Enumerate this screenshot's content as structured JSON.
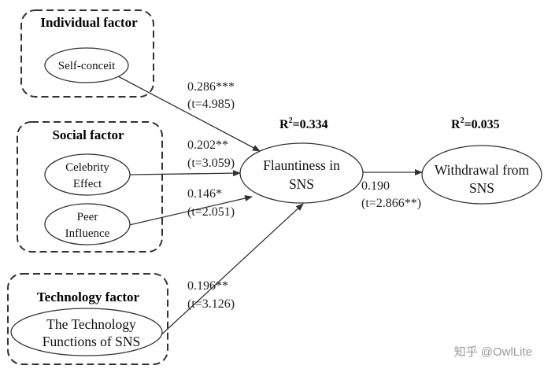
{
  "groups": {
    "individual": {
      "title": "Individual factor"
    },
    "social": {
      "title": "Social factor"
    },
    "technology": {
      "title": "Technology factor"
    }
  },
  "nodes": {
    "self_conceit": {
      "label": "Self-conceit"
    },
    "celebrity_effect": {
      "line1": "Celebrity",
      "line2": "Effect"
    },
    "peer_influence": {
      "line1": "Peer",
      "line2": "Influence"
    },
    "tech_functions": {
      "line1": "The Technology",
      "line2": "Functions of SNS"
    },
    "flauntiness": {
      "line1": "Flauntiness in",
      "line2": "SNS"
    },
    "withdrawal": {
      "line1": "Withdrawal from",
      "line2": "SNS"
    }
  },
  "paths": {
    "self_conceit": {
      "coef": "0.286***",
      "t": "(t=4.985)"
    },
    "celebrity": {
      "coef": "0.202**",
      "t": "(t=3.059)"
    },
    "peer": {
      "coef": "0.146*",
      "t": "(t=2.051)"
    },
    "technology": {
      "coef": "0.196**",
      "t": "(t=3.126)"
    },
    "flaunt_withdrawal": {
      "coef": "0.190",
      "t": "(t=2.866**)"
    }
  },
  "r_squared": {
    "flauntiness": {
      "prefix": "R",
      "sup": "2",
      "value": "=0.334"
    },
    "withdrawal": {
      "prefix": "R",
      "sup": "2",
      "value": "=0.035"
    }
  },
  "watermark": "知乎 @OwlLite"
}
